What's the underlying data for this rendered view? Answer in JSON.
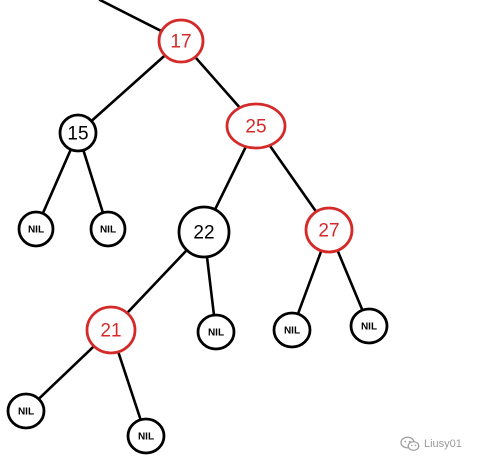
{
  "colors": {
    "red": "#d42a2a",
    "black": "#000000",
    "watermark": "#9a9a9a"
  },
  "nodes": [
    {
      "id": "n17",
      "label": "17",
      "color": "red"
    },
    {
      "id": "n15",
      "label": "15",
      "color": "black"
    },
    {
      "id": "n25",
      "label": "25",
      "color": "red"
    },
    {
      "id": "nil15a",
      "label": "NIL",
      "color": "nil"
    },
    {
      "id": "nil15b",
      "label": "NIL",
      "color": "nil"
    },
    {
      "id": "n22",
      "label": "22",
      "color": "black"
    },
    {
      "id": "n27",
      "label": "27",
      "color": "red"
    },
    {
      "id": "n21",
      "label": "21",
      "color": "red"
    },
    {
      "id": "nil22",
      "label": "NIL",
      "color": "nil"
    },
    {
      "id": "nil27a",
      "label": "NIL",
      "color": "nil"
    },
    {
      "id": "nil27b",
      "label": "NIL",
      "color": "nil"
    },
    {
      "id": "nil21a",
      "label": "NIL",
      "color": "nil"
    },
    {
      "id": "nil21b",
      "label": "NIL",
      "color": "nil"
    }
  ],
  "edges": [
    [
      "parent",
      "n17"
    ],
    [
      "n17",
      "n15"
    ],
    [
      "n17",
      "n25"
    ],
    [
      "n15",
      "nil15a"
    ],
    [
      "n15",
      "nil15b"
    ],
    [
      "n25",
      "n22"
    ],
    [
      "n25",
      "n27"
    ],
    [
      "n22",
      "n21"
    ],
    [
      "n22",
      "nil22"
    ],
    [
      "n27",
      "nil27a"
    ],
    [
      "n27",
      "nil27b"
    ],
    [
      "n21",
      "nil21a"
    ],
    [
      "n21",
      "nil21b"
    ]
  ],
  "watermark": {
    "icon": "wechat-icon",
    "text": "Liusy01"
  }
}
